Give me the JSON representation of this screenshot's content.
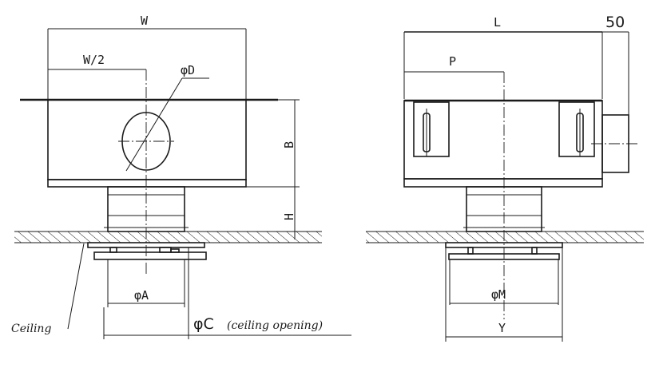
{
  "labels": {
    "width": "W",
    "half_width": "W/2",
    "duct_diameter": "φD",
    "height_b": "B",
    "height_h": "H",
    "diameter_a": "φA",
    "diameter_c": "φC",
    "ceiling_opening": "(ceiling opening)",
    "ceiling": "Ceiling",
    "length": "L",
    "offset": "50",
    "position_p": "P",
    "diameter_m": "φM",
    "dimension_y": "Y"
  },
  "colors": {
    "line": "#1a1a1a",
    "background": "#ffffff"
  }
}
